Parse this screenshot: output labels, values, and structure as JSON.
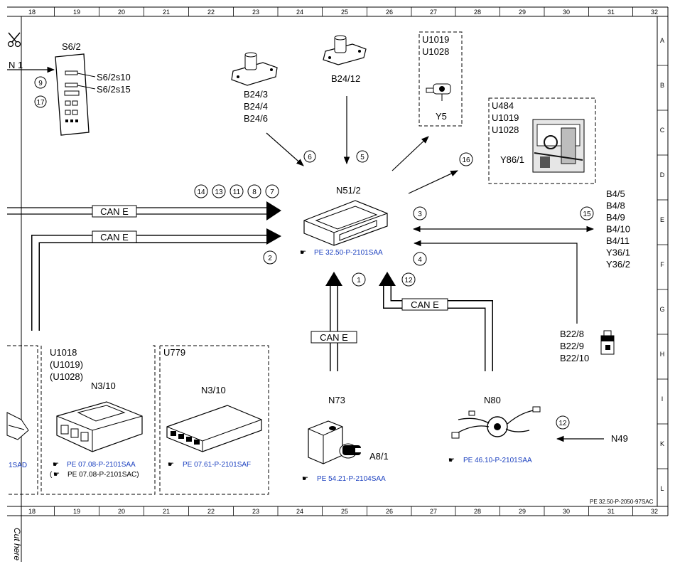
{
  "ruler": {
    "cols": [
      "18",
      "19",
      "20",
      "21",
      "22",
      "23",
      "24",
      "25",
      "26",
      "27",
      "28",
      "29",
      "30",
      "31",
      "32"
    ],
    "rows": [
      "A",
      "B",
      "C",
      "D",
      "E",
      "F",
      "G",
      "H",
      "I",
      "K",
      "L"
    ]
  },
  "cut_label": "Cut here",
  "doc_ref": "PE 32.50-P-2050-97SAC",
  "n1": "N 1",
  "s62": {
    "title": "S6/2",
    "s10": "S6/2s10",
    "s15": "S6/2s15",
    "c9": "9",
    "c17": "17"
  },
  "b24_3": {
    "l1": "B24/3",
    "l2": "B24/4",
    "l3": "B24/6",
    "c6": "6"
  },
  "b24_12": {
    "label": "B24/12",
    "c5": "5"
  },
  "y5": {
    "l1": "U1019",
    "l2": "U1028",
    "label": "Y5"
  },
  "y86": {
    "l1": "U484",
    "l2": "U1019",
    "l3": "U1028",
    "label": "Y86/1",
    "c16": "16"
  },
  "n51": {
    "label": "N51/2",
    "ref": "PE 32.50-P-2101SAA"
  },
  "left_circles": [
    "14",
    "13",
    "11",
    "8",
    "7"
  ],
  "can_e": "CAN E",
  "c2": "2",
  "c3": "3",
  "c4": "4",
  "c1": "1",
  "c12": "12",
  "c15": "15",
  "b4": [
    "B4/5",
    "B4/8",
    "B4/9",
    "B4/10",
    "B4/11",
    "Y36/1",
    "Y36/2"
  ],
  "b22": [
    "B22/8",
    "B22/9",
    "B22/10"
  ],
  "n310a": {
    "l1": "U1018",
    "l2": "(U1019)",
    "l3": "(U1028)",
    "label": "N3/10",
    "ref1": "PE 07.08-P-2101SAA",
    "ref2_open": "(",
    "ref2": "PE 07.08-P-2101SAC)"
  },
  "n310b": {
    "l1": "U779",
    "label": "N3/10",
    "ref": "PE 07.61-P-2101SAF"
  },
  "left_ref": "1SAD",
  "n73": {
    "label": "N73",
    "sub": "A8/1",
    "ref": "PE 54.21-P-2104SAA"
  },
  "n80": {
    "label": "N80",
    "ref": "PE 46.10-P-2101SAA"
  },
  "n49": {
    "label": "N49",
    "c12": "12"
  }
}
